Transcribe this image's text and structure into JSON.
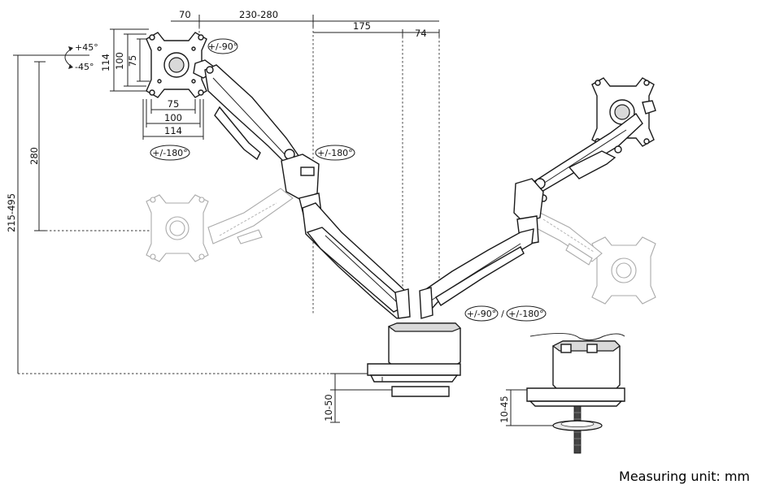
{
  "dimensions": {
    "top_70": "70",
    "top_230_280": "230-280",
    "top_175": "175",
    "top_74": "74",
    "vesa_h_114": "114",
    "vesa_h_100": "100",
    "vesa_h_75": "75",
    "vesa_w_75": "75",
    "vesa_w_100": "100",
    "vesa_w_114": "114",
    "height_280": "280",
    "height_215_495": "215-495",
    "clamp_10_50": "10-50",
    "grommet_10_45": "10-45"
  },
  "rotations": {
    "tilt_up": "+45°",
    "tilt_down": "-45°",
    "rotate_90": "+/-90°",
    "swivel_head": "+/-180°",
    "swivel_elbow": "+/-180°",
    "rotate_90_right": "+/-90°",
    "swivel_right": "+/-180°"
  },
  "footer": {
    "measuring_unit": "Measuring unit: mm"
  }
}
